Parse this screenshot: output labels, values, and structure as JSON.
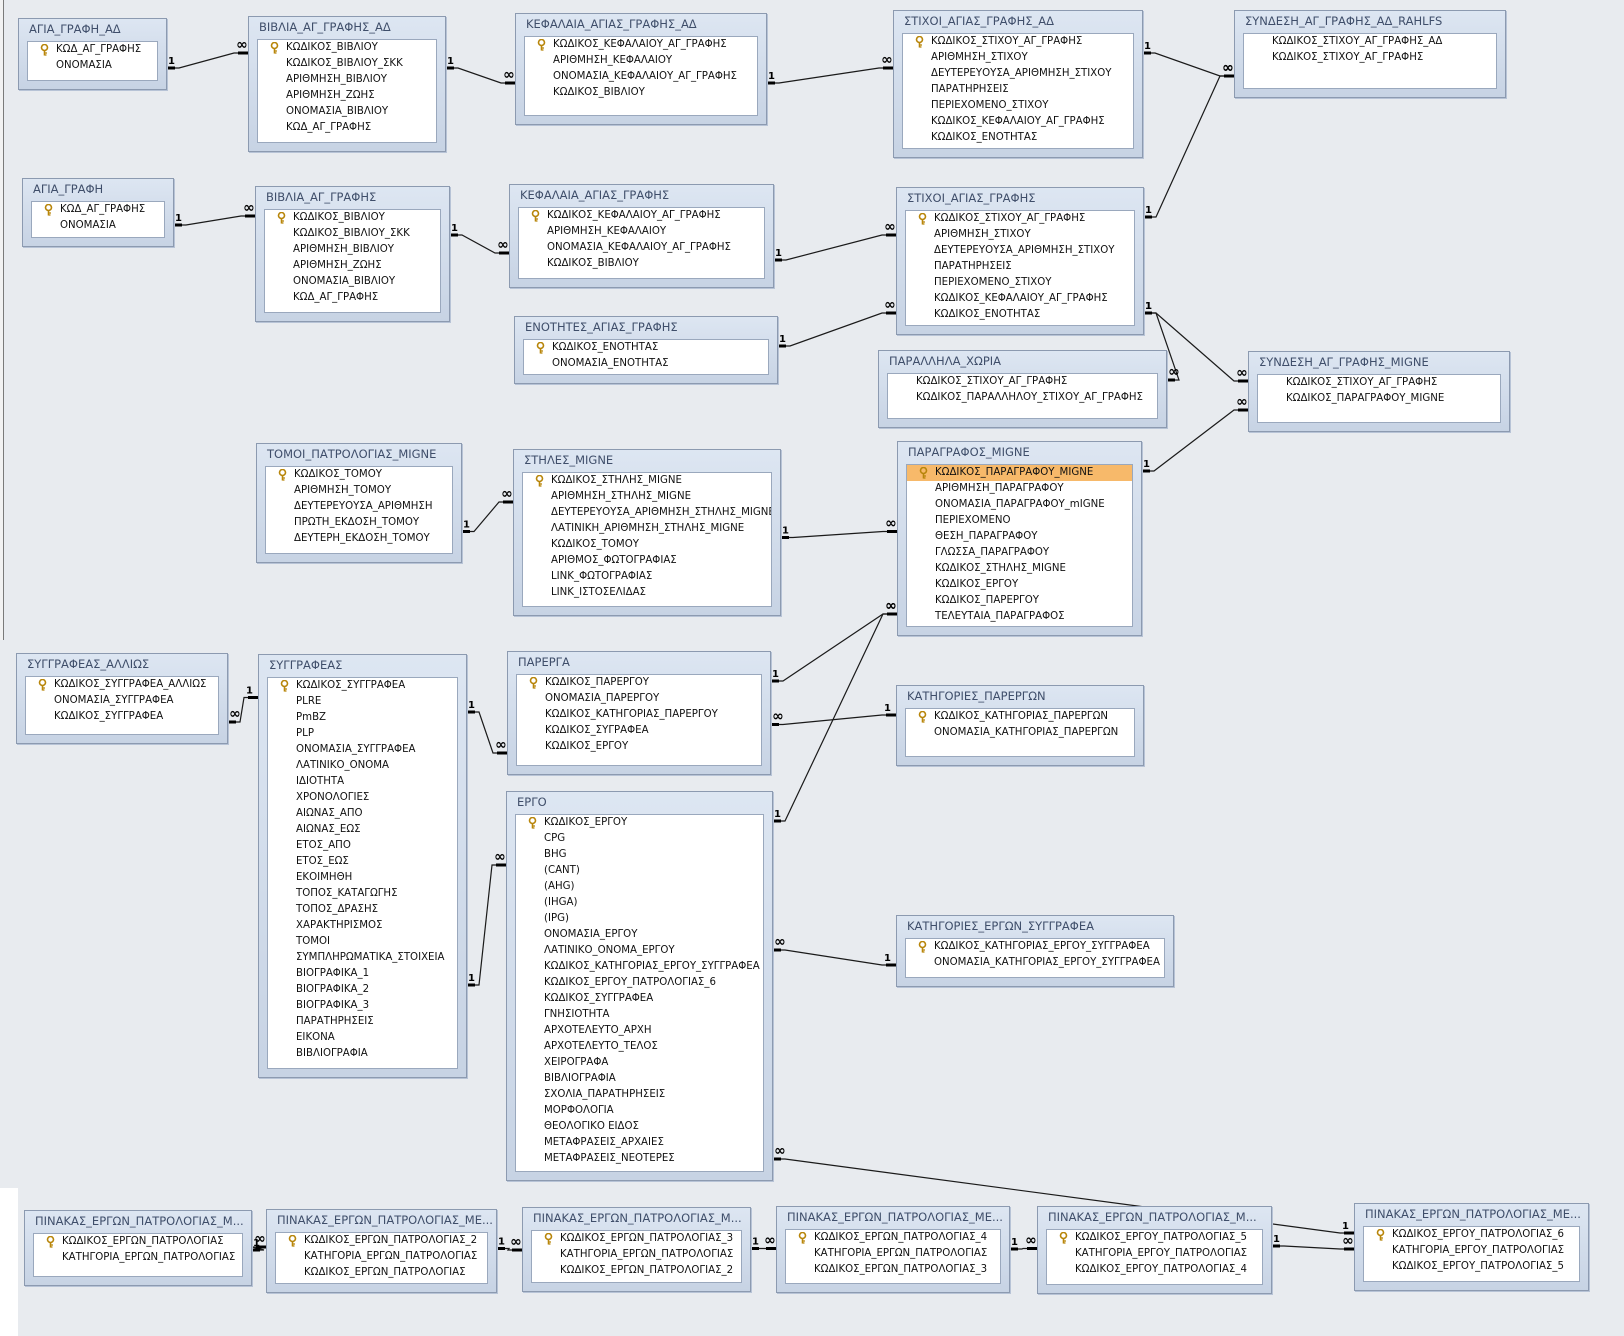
{
  "tables": [
    {
      "id": "t1",
      "title": "ΑΓΙΑ_ΓΡΑΦΗ_ΑΔ",
      "fields": [
        {
          "name": "ΚΩΔ_ΑΓ_ΓΡΑΦΗΣ",
          "pk": true
        },
        {
          "name": "ΟΝΟΜΑΣΙΑ"
        }
      ]
    },
    {
      "id": "t2",
      "title": "ΒΙΒΛΙΑ_ΑΓ_ΓΡΑΦΗΣ_ΑΔ",
      "fields": [
        {
          "name": "ΚΩΔΙΚΟΣ_ΒΙΒΛΙΟΥ",
          "pk": true
        },
        {
          "name": "ΚΩΔΙΚΟΣ_ΒΙΒΛΙΟΥ_ΣΚΚ"
        },
        {
          "name": "ΑΡΙΘΜΗΣΗ_ΒΙΒΛΙΟΥ"
        },
        {
          "name": "ΑΡΙΘΜΗΣΗ_ΖΩΗΣ"
        },
        {
          "name": "ΟΝΟΜΑΣΙΑ_ΒΙΒΛΙΟΥ"
        },
        {
          "name": "ΚΩΔ_ΑΓ_ΓΡΑΦΗΣ"
        }
      ]
    },
    {
      "id": "t3",
      "title": "ΚΕΦΑΛΑΙΑ_ΑΓΙΑΣ_ΓΡΑΦΗΣ_ΑΔ",
      "fields": [
        {
          "name": "ΚΩΔΙΚΟΣ_ΚΕΦΑΛΑΙΟΥ_ΑΓ_ΓΡΑΦΗΣ",
          "pk": true
        },
        {
          "name": "ΑΡΙΘΜΗΣΗ_ΚΕΦΑΛΑΙΟΥ"
        },
        {
          "name": "ΟΝΟΜΑΣΙΑ_ΚΕΦΑΛΑΙΟΥ_ΑΓ_ΓΡΑΦΗΣ"
        },
        {
          "name": "ΚΩΔΙΚΟΣ_ΒΙΒΛΙΟΥ"
        }
      ]
    },
    {
      "id": "t4",
      "title": "ΣΤΙΧΟΙ_ΑΓΙΑΣ_ΓΡΑΦΗΣ_ΑΔ",
      "fields": [
        {
          "name": "ΚΩΔΙΚΟΣ_ΣΤΙΧΟΥ_ΑΓ_ΓΡΑΦΗΣ",
          "pk": true
        },
        {
          "name": "ΑΡΙΘΜΗΣΗ_ΣΤΙΧΟΥ"
        },
        {
          "name": "ΔΕΥΤΕΡΕΥΟΥΣΑ_ΑΡΙΘΜΗΣΗ_ΣΤΙΧΟΥ"
        },
        {
          "name": "ΠΑΡΑΤΗΡΗΣΕΙΣ"
        },
        {
          "name": "ΠΕΡΙΕΧΟΜΕΝΟ_ΣΤΙΧΟΥ"
        },
        {
          "name": "ΚΩΔΙΚΟΣ_ΚΕΦΑΛΑΙΟΥ_ΑΓ_ΓΡΑΦΗΣ"
        },
        {
          "name": "ΚΩΔΙΚΟΣ_ΕΝΟΤΗΤΑΣ"
        }
      ]
    },
    {
      "id": "t5",
      "title": "ΣΥΝΔΕΣΗ_ΑΓ_ΓΡΑΦΗΣ_ΑΔ_RAHLFS",
      "fields": [
        {
          "name": "ΚΩΔΙΚΟΣ_ΣΤΙΧΟΥ_ΑΓ_ΓΡΑΦΗΣ_ΑΔ"
        },
        {
          "name": "ΚΩΔΙΚΟΣ_ΣΤΙΧΟΥ_ΑΓ_ΓΡΑΦΗΣ"
        }
      ]
    },
    {
      "id": "t6",
      "title": "ΑΓΙΑ_ΓΡΑΦΗ",
      "fields": [
        {
          "name": "ΚΩΔ_ΑΓ_ΓΡΑΦΗΣ",
          "pk": true
        },
        {
          "name": "ΟΝΟΜΑΣΙΑ"
        }
      ]
    },
    {
      "id": "t7",
      "title": "ΒΙΒΛΙΑ_ΑΓ_ΓΡΑΦΗΣ",
      "fields": [
        {
          "name": "ΚΩΔΙΚΟΣ_ΒΙΒΛΙΟΥ",
          "pk": true
        },
        {
          "name": "ΚΩΔΙΚΟΣ_ΒΙΒΛΙΟΥ_ΣΚΚ"
        },
        {
          "name": "ΑΡΙΘΜΗΣΗ_ΒΙΒΛΙΟΥ"
        },
        {
          "name": "ΑΡΙΘΜΗΣΗ_ΖΩΗΣ"
        },
        {
          "name": "ΟΝΟΜΑΣΙΑ_ΒΙΒΛΙΟΥ"
        },
        {
          "name": "ΚΩΔ_ΑΓ_ΓΡΑΦΗΣ"
        }
      ]
    },
    {
      "id": "t8",
      "title": "ΚΕΦΑΛΑΙΑ_ΑΓΙΑΣ_ΓΡΑΦΗΣ",
      "fields": [
        {
          "name": "ΚΩΔΙΚΟΣ_ΚΕΦΑΛΑΙΟΥ_ΑΓ_ΓΡΑΦΗΣ",
          "pk": true
        },
        {
          "name": "ΑΡΙΘΜΗΣΗ_ΚΕΦΑΛΑΙΟΥ"
        },
        {
          "name": "ΟΝΟΜΑΣΙΑ_ΚΕΦΑΛΑΙΟΥ_ΑΓ_ΓΡΑΦΗΣ"
        },
        {
          "name": "ΚΩΔΙΚΟΣ_ΒΙΒΛΙΟΥ"
        }
      ]
    },
    {
      "id": "t9",
      "title": "ΣΤΙΧΟΙ_ΑΓΙΑΣ_ΓΡΑΦΗΣ",
      "fields": [
        {
          "name": "ΚΩΔΙΚΟΣ_ΣΤΙΧΟΥ_ΑΓ_ΓΡΑΦΗΣ",
          "pk": true
        },
        {
          "name": "ΑΡΙΘΜΗΣΗ_ΣΤΙΧΟΥ"
        },
        {
          "name": "ΔΕΥΤΕΡΕΥΟΥΣΑ_ΑΡΙΘΜΗΣΗ_ΣΤΙΧΟΥ"
        },
        {
          "name": "ΠΑΡΑΤΗΡΗΣΕΙΣ"
        },
        {
          "name": "ΠΕΡΙΕΧΟΜΕΝΟ_ΣΤΙΧΟΥ"
        },
        {
          "name": "ΚΩΔΙΚΟΣ_ΚΕΦΑΛΑΙΟΥ_ΑΓ_ΓΡΑΦΗΣ"
        },
        {
          "name": "ΚΩΔΙΚΟΣ_ΕΝΟΤΗΤΑΣ"
        }
      ]
    },
    {
      "id": "t10",
      "title": "ΕΝΟΤΗΤΕΣ_ΑΓΙΑΣ_ΓΡΑΦΗΣ",
      "fields": [
        {
          "name": "ΚΩΔΙΚΟΣ_ΕΝΟΤΗΤΑΣ",
          "pk": true
        },
        {
          "name": "ΟΝΟΜΑΣΙΑ_ΕΝΟΤΗΤΑΣ"
        }
      ]
    },
    {
      "id": "t11",
      "title": "ΠΑΡΑΛΛΗΛΑ_ΧΩΡΙΑ",
      "fields": [
        {
          "name": "ΚΩΔΙΚΟΣ_ΣΤΙΧΟΥ_ΑΓ_ΓΡΑΦΗΣ"
        },
        {
          "name": "ΚΩΔΙΚΟΣ_ΠΑΡΑΛΛΗΛΟΥ_ΣΤΙΧΟΥ_ΑΓ_ΓΡΑΦΗΣ"
        }
      ]
    },
    {
      "id": "t12",
      "title": "ΣΥΝΔΕΣΗ_ΑΓ_ΓΡΑΦΗΣ_MIGNE",
      "fields": [
        {
          "name": "ΚΩΔΙΚΟΣ_ΣΤΙΧΟΥ_ΑΓ_ΓΡΑΦΗΣ"
        },
        {
          "name": "ΚΩΔΙΚΟΣ_ΠΑΡΑΓΡΑΦΟΥ_MIGNE"
        }
      ]
    },
    {
      "id": "t13",
      "title": "ΤΟΜΟΙ_ΠΑΤΡΟΛΟΓΙΑΣ_MIGNE",
      "fields": [
        {
          "name": "ΚΩΔΙΚΟΣ_ΤΟΜΟΥ",
          "pk": true
        },
        {
          "name": "ΑΡΙΘΜΗΣΗ_ΤΟΜΟΥ"
        },
        {
          "name": "ΔΕΥΤΕΡΕΥΟΥΣΑ_ΑΡΙΘΜΗΣΗ"
        },
        {
          "name": "ΠΡΩΤΗ_ΕΚΔΟΣΗ_ΤΟΜΟΥ"
        },
        {
          "name": "ΔΕΥΤΕΡΗ_ΕΚΔΟΣΗ_ΤΟΜΟΥ"
        }
      ]
    },
    {
      "id": "t14",
      "title": "ΣΤΗΛΕΣ_MIGNE",
      "fields": [
        {
          "name": "ΚΩΔΙΚΟΣ_ΣΤΗΛΗΣ_MIGNE",
          "pk": true
        },
        {
          "name": "ΑΡΙΘΜΗΣΗ_ΣΤΗΛΗΣ_MIGNE"
        },
        {
          "name": "ΔΕΥΤΕΡΕΥΟΥΣΑ_ΑΡΙΘΜΗΣΗ_ΣΤΗΛΗΣ_MIGNE"
        },
        {
          "name": "ΛΑΤΙΝΙΚΗ_ΑΡΙΘΜΗΣΗ_ΣΤΗΛΗΣ_MIGNE"
        },
        {
          "name": "ΚΩΔΙΚΟΣ_ΤΟΜΟΥ"
        },
        {
          "name": "ΑΡΙΘΜΟΣ_ΦΩΤΟΓΡΑΦΙΑΣ"
        },
        {
          "name": "LINK_ΦΩΤΟΓΡΑΦΙΑΣ"
        },
        {
          "name": "LINK_ΙΣΤΟΣΕΛΙΔΑΣ"
        }
      ]
    },
    {
      "id": "t15",
      "title": "ΠΑΡΑΓΡΑΦΟΣ_MIGNE",
      "fields": [
        {
          "name": "ΚΩΔΙΚΟΣ_ΠΑΡΑΓΡΑΦΟΥ_MIGNE",
          "pk": true,
          "hl": true
        },
        {
          "name": "ΑΡΙΘΜΗΣΗ_ΠΑΡΑΓΡΑΦΟΥ"
        },
        {
          "name": "ΟΝΟΜΑΣΙΑ_ΠΑΡΑΓΡΑΦΟΥ_mIGNE"
        },
        {
          "name": "ΠΕΡΙΕΧΟΜΕΝΟ"
        },
        {
          "name": "ΘΕΣΗ_ΠΑΡΑΓΡΑΦΟΥ"
        },
        {
          "name": "ΓΛΩΣΣΑ_ΠΑΡΑΓΡΑΦΟΥ"
        },
        {
          "name": "ΚΩΔΙΚΟΣ_ΣΤΗΛΗΣ_MIGNE"
        },
        {
          "name": "ΚΩΔΙΚΟΣ_ΕΡΓΟΥ"
        },
        {
          "name": "ΚΩΔΙΚΟΣ_ΠΑΡΕΡΓΟΥ"
        },
        {
          "name": "ΤΕΛΕΥΤΑΙΑ_ΠΑΡΑΓΡΑΦΟΣ"
        }
      ]
    },
    {
      "id": "t16",
      "title": "ΣΥΓΓΡΑΦΕΑΣ_ΑΛΛΙΩΣ",
      "fields": [
        {
          "name": "ΚΩΔΙΚΟΣ_ΣΥΓΓΡΑΦΕΑ_ΑΛΛΙΩΣ",
          "pk": true
        },
        {
          "name": "ΟΝΟΜΑΣΙΑ_ΣΥΓΓΡΑΦΕΑ"
        },
        {
          "name": "ΚΩΔΙΚΟΣ_ΣΥΓΓΡΑΦΕΑ"
        }
      ]
    },
    {
      "id": "t17",
      "title": "ΣΥΓΓΡΑΦΕΑΣ",
      "fields": [
        {
          "name": "ΚΩΔΙΚΟΣ_ΣΥΓΓΡΑΦΕΑ",
          "pk": true
        },
        {
          "name": "PLRE"
        },
        {
          "name": "PmBZ"
        },
        {
          "name": "PLP"
        },
        {
          "name": "ΟΝΟΜΑΣΙΑ_ΣΥΓΓΡΑΦΕΑ"
        },
        {
          "name": "ΛΑΤΙΝΙΚΟ_ΟΝΟΜΑ"
        },
        {
          "name": "ΙΔΙΟΤΗΤΑ"
        },
        {
          "name": "ΧΡΟΝΟΛΟΓΙΕΣ"
        },
        {
          "name": "ΑΙΩΝΑΣ_ΑΠΟ"
        },
        {
          "name": "ΑΙΩΝΑΣ_ΕΩΣ"
        },
        {
          "name": "ΕΤΟΣ_ΑΠΟ"
        },
        {
          "name": "ΕΤΟΣ_ΕΩΣ"
        },
        {
          "name": "ΕΚΟΙΜΗΘΗ"
        },
        {
          "name": "ΤΟΠΟΣ_ΚΑΤΑΓΩΓΗΣ"
        },
        {
          "name": "ΤΟΠΟΣ_ΔΡΑΣΗΣ"
        },
        {
          "name": "ΧΑΡΑΚΤΗΡΙΣΜΟΣ"
        },
        {
          "name": "ΤΟΜΟΙ"
        },
        {
          "name": "ΣΥΜΠΛΗΡΩΜΑΤΙΚΑ_ΣΤΟΙΧΕΙΑ"
        },
        {
          "name": "ΒΙΟΓΡΑΦΙΚΑ_1"
        },
        {
          "name": "ΒΙΟΓΡΑΦΙΚΑ_2"
        },
        {
          "name": "ΒΙΟΓΡΑΦΙΚΑ_3"
        },
        {
          "name": "ΠΑΡΑΤΗΡΗΣΕΙΣ"
        },
        {
          "name": "ΕΙΚΟΝΑ"
        },
        {
          "name": "ΒΙΒΛΙΟΓΡΑΦΙΑ"
        }
      ]
    },
    {
      "id": "t18",
      "title": "ΠΑΡΕΡΓΑ",
      "fields": [
        {
          "name": "ΚΩΔΙΚΟΣ_ΠΑΡΕΡΓΟΥ",
          "pk": true
        },
        {
          "name": "ΟΝΟΜΑΣΙΑ_ΠΑΡΕΡΓΟΥ"
        },
        {
          "name": "ΚΩΔΙΚΟΣ_ΚΑΤΗΓΟΡΙΑΣ_ΠΑΡΕΡΓΟΥ"
        },
        {
          "name": "ΚΩΔΙΚΟΣ_ΣΥΓΡΑΦΕΑ"
        },
        {
          "name": "ΚΩΔΙΚΟΣ_ΕΡΓΟΥ"
        }
      ]
    },
    {
      "id": "t19",
      "title": "ΚΑΤΗΓΟΡΙΕΣ_ΠΑΡΕΡΓΩΝ",
      "fields": [
        {
          "name": "ΚΩΔΙΚΟΣ_ΚΑΤΗΓΟΡΙΑΣ_ΠΑΡΕΡΓΩΝ",
          "pk": true
        },
        {
          "name": "ΟΝΟΜΑΣΙΑ_ΚΑΤΗΓΟΡΙΑΣ_ΠΑΡΕΡΓΩΝ"
        }
      ]
    },
    {
      "id": "t20",
      "title": "ΕΡΓΟ",
      "fields": [
        {
          "name": "ΚΩΔΙΚΟΣ_ΕΡΓΟΥ",
          "pk": true
        },
        {
          "name": "CPG"
        },
        {
          "name": "BHG"
        },
        {
          "name": "(CANT)"
        },
        {
          "name": "(AHG)"
        },
        {
          "name": "(IHGA)"
        },
        {
          "name": "(IPG)"
        },
        {
          "name": "ΟΝΟΜΑΣΙΑ_ΕΡΓΟΥ"
        },
        {
          "name": "ΛΑΤΙΝΙΚΟ_ΟΝΟΜΑ_ΕΡΓΟΥ"
        },
        {
          "name": "ΚΩΔΙΚΟΣ_ΚΑΤΗΓΟΡΙΑΣ_ΕΡΓΟΥ_ΣΥΓΓΡΑΦΕΑ"
        },
        {
          "name": "ΚΩΔΙΚΟΣ_ΕΡΓΟΥ_ΠΑΤΡΟΛΟΓΙΑΣ_6"
        },
        {
          "name": "ΚΩΔΙΚΟΣ_ΣΥΓΓΡΑΦΕΑ"
        },
        {
          "name": "ΓΝΗΣΙΟΤΗΤΑ"
        },
        {
          "name": "ΑΡΧΟΤΕΛΕΥΤΟ_ΑΡΧΗ"
        },
        {
          "name": "ΑΡΧΟΤΕΛΕΥΤΟ_ΤΕΛΟΣ"
        },
        {
          "name": "ΧΕΙΡΟΓΡΑΦΑ"
        },
        {
          "name": "ΒΙΒΛΙΟΓΡΑΦΙΑ"
        },
        {
          "name": "ΣΧΟΛΙΑ_ΠΑΡΑΤΗΡΗΣΕΙΣ"
        },
        {
          "name": "ΜΟΡΦΟΛΟΓΙΑ"
        },
        {
          "name": "ΘΕΟΛΟΓΙΚΟ ΕΙΔΟΣ"
        },
        {
          "name": "ΜΕΤΑΦΡΑΣΕΙΣ_ΑΡΧΑΙΕΣ"
        },
        {
          "name": "ΜΕΤΑΦΡΑΣΕΙΣ_ΝΕΟΤΕΡΕΣ"
        }
      ]
    },
    {
      "id": "t21",
      "title": "ΚΑΤΗΓΟΡΙΕΣ_ΕΡΓΩΝ_ΣΥΓΓΡΑΦΕΑ",
      "fields": [
        {
          "name": "ΚΩΔΙΚΟΣ_ΚΑΤΗΓΟΡΙΑΣ_ΕΡΓΟΥ_ΣΥΓΓΡΑΦΕΑ",
          "pk": true
        },
        {
          "name": "ΟΝΟΜΑΣΙΑ_ΚΑΤΗΓΟΡΙΑΣ_ΕΡΓΟΥ_ΣΥΓΓΡΑΦΕΑ"
        }
      ]
    },
    {
      "id": "t22",
      "title": "ΠΙΝΑΚΑΣ_ΕΡΓΩΝ_ΠΑΤΡΟΛΟΓΙΑΣ_Μ...",
      "fields": [
        {
          "name": "ΚΩΔΙΚΟΣ_ΕΡΓΩΝ_ΠΑΤΡΟΛΟΓΙΑΣ",
          "pk": true
        },
        {
          "name": "ΚΑΤΗΓΟΡΙΑ_ΕΡΓΩΝ_ΠΑΤΡΟΛΟΓΙΑΣ"
        }
      ]
    },
    {
      "id": "t23",
      "title": "ΠΙΝΑΚΑΣ_ΕΡΓΩΝ_ΠΑΤΡΟΛΟΓΙΑΣ_ΜΕ...",
      "fields": [
        {
          "name": "ΚΩΔΙΚΟΣ_ΕΡΓΩΝ_ΠΑΤΡΟΛΟΓΙΑΣ_2",
          "pk": true
        },
        {
          "name": "ΚΑΤΗΓΟΡΙΑ_ΕΡΓΩΝ_ΠΑΤΡΟΛΟΓΙΑΣ"
        },
        {
          "name": "ΚΩΔΙΚΟΣ_ΕΡΓΩΝ_ΠΑΤΡΟΛΟΓΙΑΣ"
        }
      ]
    },
    {
      "id": "t24",
      "title": "ΠΙΝΑΚΑΣ_ΕΡΓΩΝ_ΠΑΤΡΟΛΟΓΙΑΣ_Μ...",
      "fields": [
        {
          "name": "ΚΩΔΙΚΟΣ_ΕΡΓΩΝ_ΠΑΤΡΟΛΟΓΙΑΣ_3",
          "pk": true
        },
        {
          "name": "ΚΑΤΗΓΟΡΙΑ_ΕΡΓΩΝ_ΠΑΤΡΟΛΟΓΙΑΣ"
        },
        {
          "name": "ΚΩΔΙΚΟΣ_ΕΡΓΩΝ_ΠΑΤΡΟΛΟΓΙΑΣ_2"
        }
      ]
    },
    {
      "id": "t25",
      "title": "ΠΙΝΑΚΑΣ_ΕΡΓΩΝ_ΠΑΤΡΟΛΟΓΙΑΣ_ΜΕ...",
      "fields": [
        {
          "name": "ΚΩΔΙΚΟΣ_ΕΡΓΩΝ_ΠΑΤΡΟΛΟΓΙΑΣ_4",
          "pk": true
        },
        {
          "name": "ΚΑΤΗΓΟΡΙΑ_ΕΡΓΩΝ_ΠΑΤΡΟΛΟΓΙΑΣ"
        },
        {
          "name": "ΚΩΔΙΚΟΣ_ΕΡΓΩΝ_ΠΑΤΡΟΛΟΓΙΑΣ_3"
        }
      ]
    },
    {
      "id": "t26",
      "title": "ΠΙΝΑΚΑΣ_ΕΡΓΩΝ_ΠΑΤΡΟΛΟΓΙΑΣ_Μ...",
      "fields": [
        {
          "name": "ΚΩΔΙΚΟΣ_ΕΡΓΟΥ_ΠΑΤΡΟΛΟΓΙΑΣ_5",
          "pk": true
        },
        {
          "name": "ΚΑΤΗΓΟΡΙΑ_ΕΡΓΟΥ_ΠΑΤΡΟΛΟΓΙΑΣ"
        },
        {
          "name": "ΚΩΔΙΚΟΣ_ΕΡΓΟΥ_ΠΑΤΡΟΛΟΓΙΑΣ_4"
        }
      ]
    },
    {
      "id": "t27",
      "title": "ΠΙΝΑΚΑΣ_ΕΡΓΩΝ_ΠΑΤΡΟΛΟΓΙΑΣ_ΜΕ...",
      "fields": [
        {
          "name": "ΚΩΔΙΚΟΣ_ΕΡΓΟΥ_ΠΑΤΡΟΛΟΓΙΑΣ_6",
          "pk": true
        },
        {
          "name": "ΚΑΤΗΓΟΡΙΑ_ΕΡΓΟΥ_ΠΑΤΡΟΛΟΓΙΑΣ"
        },
        {
          "name": "ΚΩΔΙΚΟΣ_ΕΡΓΟΥ_ΠΑΤΡΟΛΟΓΙΑΣ_5"
        }
      ]
    }
  ],
  "relationships": [
    {
      "one": "t1",
      "many": "t2",
      "one_label": "1",
      "many_label": "∞"
    },
    {
      "one": "t2",
      "many": "t3",
      "one_label": "1",
      "many_label": "∞"
    },
    {
      "one": "t3",
      "many": "t4",
      "one_label": "1",
      "many_label": "∞"
    },
    {
      "one": "t4",
      "many": "t5",
      "one_label": "1",
      "many_label": "∞"
    },
    {
      "one": "t9",
      "many": "t5",
      "one_label": "1",
      "many_label": "∞"
    },
    {
      "one": "t6",
      "many": "t7",
      "one_label": "1",
      "many_label": "∞"
    },
    {
      "one": "t7",
      "many": "t8",
      "one_label": "1",
      "many_label": "∞"
    },
    {
      "one": "t8",
      "many": "t9",
      "one_label": "1",
      "many_label": "∞"
    },
    {
      "one": "t10",
      "many": "t9",
      "one_label": "1",
      "many_label": "∞"
    },
    {
      "one": "t9",
      "many": "t11",
      "one_label": "1",
      "many_label": "∞"
    },
    {
      "one": "t9",
      "many": "t12",
      "one_label": "1",
      "many_label": "∞"
    },
    {
      "one": "t15",
      "many": "t12",
      "one_label": "1",
      "many_label": "∞"
    },
    {
      "one": "t13",
      "many": "t14",
      "one_label": "1",
      "many_label": "∞"
    },
    {
      "one": "t14",
      "many": "t15",
      "one_label": "1",
      "many_label": "∞"
    },
    {
      "one": "t18",
      "many": "t15",
      "one_label": "1",
      "many_label": "∞"
    },
    {
      "one": "t20",
      "many": "t15",
      "one_label": "1",
      "many_label": "∞"
    },
    {
      "one": "t17",
      "many": "t16",
      "one_label": "1",
      "many_label": "∞"
    },
    {
      "one": "t17",
      "many": "t18",
      "one_label": "1",
      "many_label": "∞"
    },
    {
      "one": "t17",
      "many": "t20",
      "one_label": "1",
      "many_label": "∞"
    },
    {
      "one": "t19",
      "many": "t18",
      "one_label": "1",
      "many_label": "∞"
    },
    {
      "one": "t21",
      "many": "t20",
      "one_label": "1",
      "many_label": "∞"
    },
    {
      "one": "t22",
      "many": "t23",
      "one_label": "1",
      "many_label": "∞"
    },
    {
      "one": "t23",
      "many": "t24",
      "one_label": "1",
      "many_label": "∞"
    },
    {
      "one": "t24",
      "many": "t25",
      "one_label": "1",
      "many_label": "∞"
    },
    {
      "one": "t25",
      "many": "t26",
      "one_label": "1",
      "many_label": "∞"
    },
    {
      "one": "t26",
      "many": "t27",
      "one_label": "1",
      "many_label": "∞"
    },
    {
      "one": "t27",
      "many": "t20",
      "one_label": "1",
      "many_label": "∞"
    }
  ]
}
